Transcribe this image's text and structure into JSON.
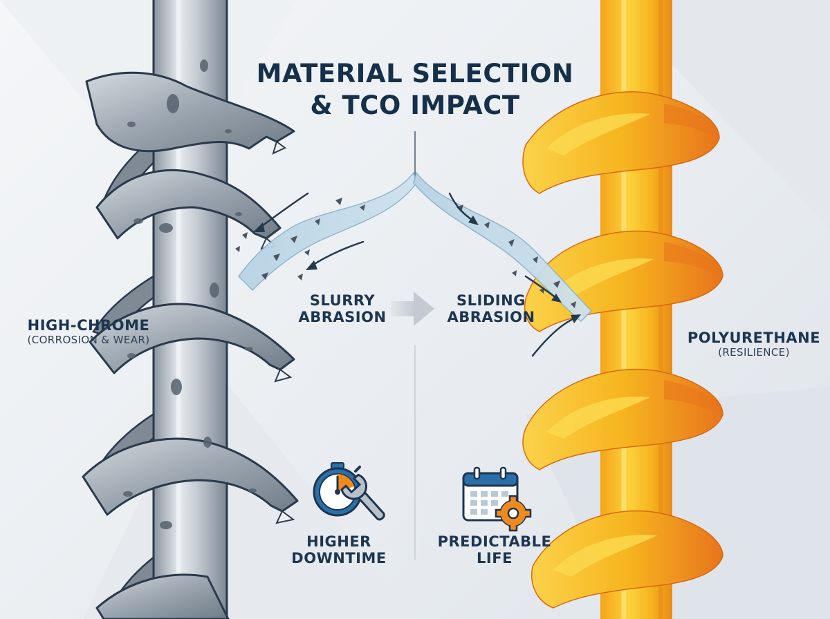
{
  "title": {
    "line1": "MATERIAL SELECTION",
    "line2": "& TCO IMPACT"
  },
  "left_material": {
    "name": "HIGH-CHROME",
    "property": "(CORROSION & WEAR)"
  },
  "right_material": {
    "name": "POLYURETHANE",
    "property": "(RESILIENCE)"
  },
  "abrasion": {
    "left": {
      "line1": "SLURRY",
      "line2": "ABRASION"
    },
    "right": {
      "line1": "SLIDING",
      "line2": "ABRASION"
    }
  },
  "outcomes": {
    "left": {
      "line1": "HIGHER",
      "line2": "DOWNTIME",
      "icon": "stopwatch-wrench-icon"
    },
    "right": {
      "line1": "PREDICTABLE",
      "line2": "LIFE",
      "icon": "calendar-gear-icon"
    }
  },
  "colors": {
    "steel": "#b9c1c9",
    "steel_dark": "#5f6b78",
    "outline": "#2a3a4c",
    "urethane": "#f6b51f",
    "urethane_dark": "#e8741c",
    "urethane_light": "#fcd54a",
    "slurry": "#a9c9dd",
    "accent_orange": "#f08a1c",
    "accent_blue": "#2b6fa8"
  }
}
